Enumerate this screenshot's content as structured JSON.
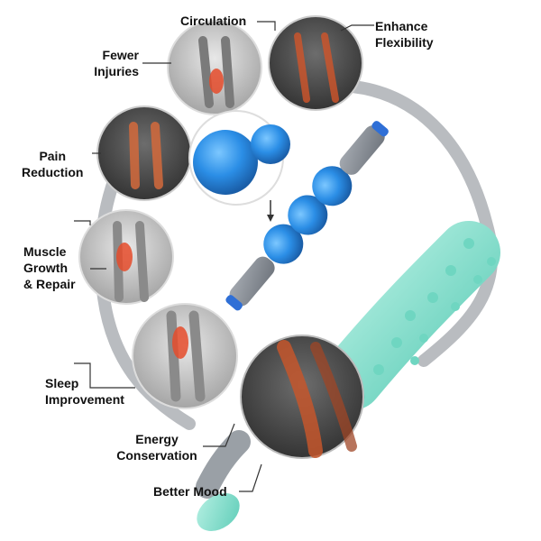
{
  "benefits": {
    "circulation": "Circulation",
    "enhance_flexibility": [
      "Enhance",
      "Flexibility"
    ],
    "fewer_injuries": [
      "Fewer",
      "Injuries"
    ],
    "pain_reduction": [
      "Pain",
      "Reduction"
    ],
    "muscle_growth_repair": [
      "Muscle",
      "Growth",
      "& Repair"
    ],
    "sleep_improvement": [
      "Sleep",
      "Improvement"
    ],
    "energy_conservation": [
      "Energy",
      "Conservation"
    ],
    "better_mood": "Better Mood"
  },
  "colors": {
    "roller_handle": "#8a9099",
    "roller_cap": "#2f6fd6",
    "spiky_ball": "#2b8ee6",
    "mint_roller": "#8fe3d2",
    "outline_arc": "#b9bcc0"
  },
  "icons": [
    "leg-photo",
    "spiky-ball-closeup",
    "muscle-roller-stick",
    "arrow"
  ]
}
